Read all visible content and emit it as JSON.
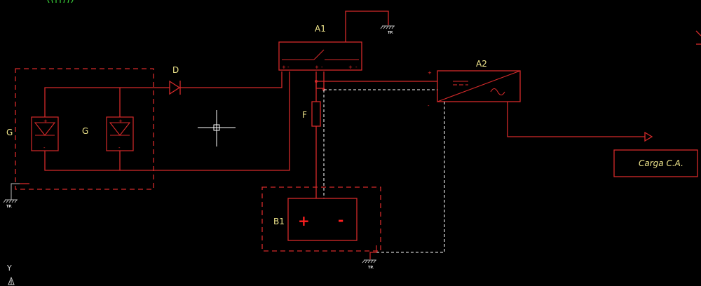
{
  "colors": {
    "background": "#000000",
    "wire": "#d42a2a",
    "dashed_wire": "#c8c8c8",
    "label": "#f0e68c",
    "crosshair": "#ffffff",
    "ground": "#bbbbbb",
    "battery_sign": "#ff2020"
  },
  "labels": {
    "A1": "A1",
    "A2": "A2",
    "D": "D",
    "F": "F",
    "B1": "B1",
    "G_left": "G",
    "G_right": "G",
    "load": "Carga C.A.",
    "tp": "TP.",
    "plus": "+",
    "minus": "-",
    "battery_plus": "+",
    "battery_minus": "-",
    "ucs_y": "Y"
  },
  "icons": [
    "ground-icon",
    "diode-icon",
    "fuse-icon",
    "switch-icon",
    "dc-ac-icon",
    "solar-module-icon",
    "crosshair-cursor-icon",
    "ucs-icon"
  ]
}
